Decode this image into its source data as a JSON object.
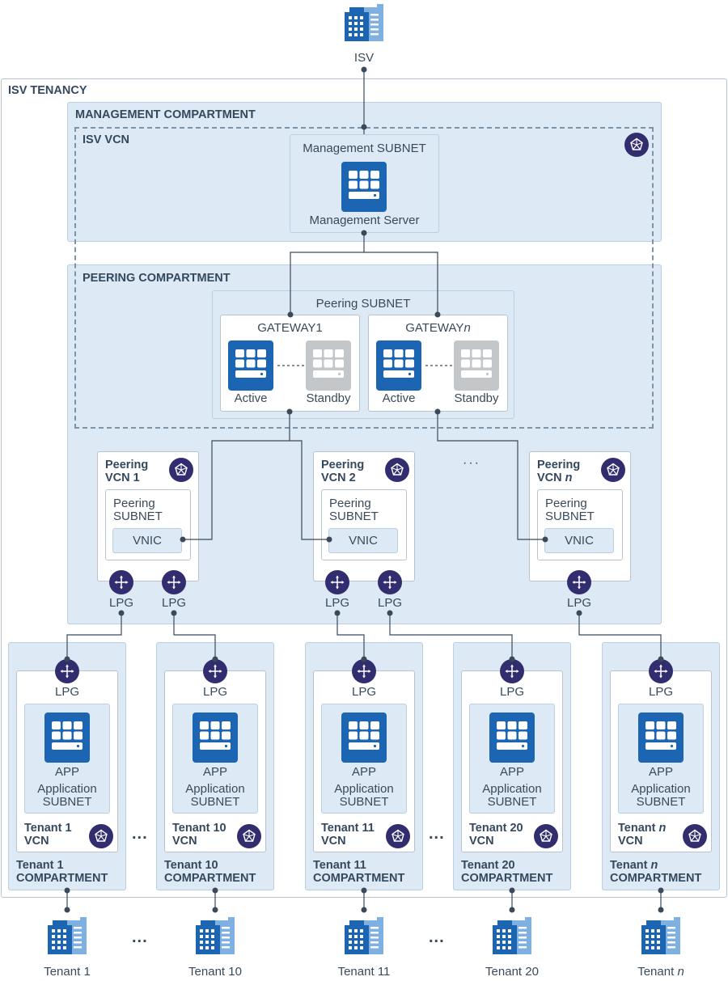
{
  "isv_label": "ISV",
  "tenancy_title": "ISV TENANCY",
  "management_compartment_title": "MANAGEMENT COMPARTMENT",
  "isv_vcn_title": "ISV VCN",
  "management_subnet_title": "Management SUBNET",
  "management_server_label": "Management Server",
  "peering_compartment_title": "PEERING COMPARTMENT",
  "peering_subnet_title": "Peering SUBNET",
  "gateway1": {
    "title": "GATEWAY1",
    "active": "Active",
    "standby": "Standby"
  },
  "gatewayn": {
    "title_prefix": "GATEWAY",
    "title_suffix": "n",
    "active": "Active",
    "standby": "Standby"
  },
  "ellipsis": "...",
  "ellipsis_mid": "···",
  "peering_vcns": [
    {
      "line1": "Peering",
      "line2_prefix": "VCN ",
      "line2_suffix": "1",
      "subnet_line1": "Peering",
      "subnet_line2": "SUBNET",
      "vnic": "VNIC",
      "lpgs": [
        "LPG",
        "LPG"
      ]
    },
    {
      "line1": "Peering",
      "line2_prefix": "VCN ",
      "line2_suffix": "2",
      "subnet_line1": "Peering",
      "subnet_line2": "SUBNET",
      "vnic": "VNIC",
      "lpgs": [
        "LPG",
        "LPG"
      ]
    },
    {
      "line1": "Peering",
      "line2_prefix": "VCN ",
      "line2_suffix": "n",
      "subnet_line1": "Peering",
      "subnet_line2": "SUBNET",
      "vnic": "VNIC",
      "lpgs": [
        "LPG"
      ]
    }
  ],
  "tenants": [
    {
      "lpg": "LPG",
      "app": "APP",
      "subnet_line1": "Application",
      "subnet_line2": "SUBNET",
      "vcn_line1_prefix": "Tenant ",
      "vcn_line1_suffix": "1",
      "vcn_line2": "VCN",
      "comp_line1_prefix": "Tenant ",
      "comp_line1_suffix": "1",
      "comp_line2": "COMPARTMENT",
      "building_prefix": "Tenant ",
      "building_suffix": "1"
    },
    {
      "lpg": "LPG",
      "app": "APP",
      "subnet_line1": "Application",
      "subnet_line2": "SUBNET",
      "vcn_line1_prefix": "Tenant ",
      "vcn_line1_suffix": "10",
      "vcn_line2": "VCN",
      "comp_line1_prefix": "Tenant ",
      "comp_line1_suffix": "10",
      "comp_line2": "COMPARTMENT",
      "building_prefix": "Tenant ",
      "building_suffix": "10"
    },
    {
      "lpg": "LPG",
      "app": "APP",
      "subnet_line1": "Application",
      "subnet_line2": "SUBNET",
      "vcn_line1_prefix": "Tenant ",
      "vcn_line1_suffix": "11",
      "vcn_line2": "VCN",
      "comp_line1_prefix": "Tenant ",
      "comp_line1_suffix": "11",
      "comp_line2": "COMPARTMENT",
      "building_prefix": "Tenant ",
      "building_suffix": "11"
    },
    {
      "lpg": "LPG",
      "app": "APP",
      "subnet_line1": "Application",
      "subnet_line2": "SUBNET",
      "vcn_line1_prefix": "Tenant ",
      "vcn_line1_suffix": "20",
      "vcn_line2": "VCN",
      "comp_line1_prefix": "Tenant ",
      "comp_line1_suffix": "20",
      "comp_line2": "COMPARTMENT",
      "building_prefix": "Tenant ",
      "building_suffix": "20"
    },
    {
      "lpg": "LPG",
      "app": "APP",
      "subnet_line1": "Application",
      "subnet_line2": "SUBNET",
      "vcn_line1_prefix": "Tenant ",
      "vcn_line1_suffix": "n",
      "vcn_line2": "VCN",
      "comp_line1_prefix": "Tenant ",
      "comp_line1_suffix": "n",
      "comp_line2": "COMPARTMENT",
      "building_prefix": "Tenant ",
      "building_suffix": "n"
    }
  ],
  "colors": {
    "compartment_fill": "#dde9f4",
    "icon_navy": "#312d6e",
    "server_blue": "#1c65b3",
    "server_grey": "#c4c7ca",
    "building_dark": "#1c65b3",
    "building_light": "#7eb0e2",
    "line": "#3a4a5a"
  },
  "icons": {
    "vcn": "vcn-icon",
    "lpg": "lpg-router-icon",
    "server": "server-icon",
    "building": "building-icon"
  }
}
